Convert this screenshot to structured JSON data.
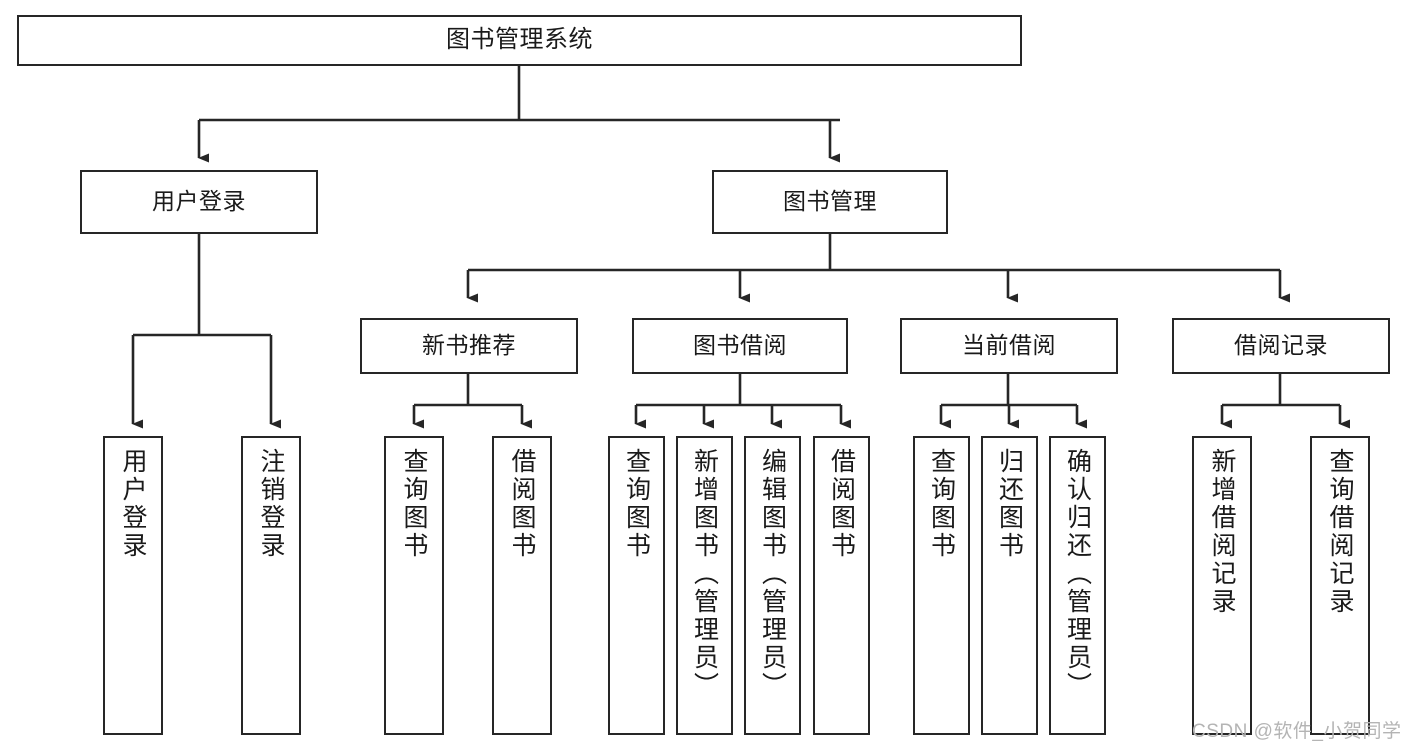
{
  "diagram": {
    "title": "图书管理系统",
    "type": "functional-structure-tree",
    "colors": {
      "box_border": "#262626",
      "box_fill": "#ffffff",
      "edge": "#262626",
      "text": "#1a1a1a",
      "watermark": "#b4b4b4",
      "background": "#ffffff"
    },
    "nodes": {
      "root": {
        "id": "root",
        "label": "图书管理系统",
        "orientation": "horizontal"
      },
      "level2": [
        {
          "id": "user-login",
          "label": "用户登录",
          "orientation": "horizontal"
        },
        {
          "id": "book-manage",
          "label": "图书管理",
          "orientation": "horizontal"
        }
      ],
      "level3": [
        {
          "id": "new-book-recommend",
          "label": "新书推荐",
          "orientation": "horizontal"
        },
        {
          "id": "book-borrow",
          "label": "图书借阅",
          "orientation": "horizontal"
        },
        {
          "id": "current-borrow",
          "label": "当前借阅",
          "orientation": "horizontal"
        },
        {
          "id": "borrow-record",
          "label": "借阅记录",
          "orientation": "horizontal"
        }
      ],
      "leaves": {
        "user-login": [
          {
            "id": "leaf-user-login",
            "label": "用户登录",
            "orientation": "vertical"
          },
          {
            "id": "leaf-logout",
            "label": "注销登录",
            "orientation": "vertical"
          }
        ],
        "new-book-recommend": [
          {
            "id": "leaf-query-book-1",
            "label": "查询图书",
            "orientation": "vertical"
          },
          {
            "id": "leaf-borrow-book-1",
            "label": "借阅图书",
            "orientation": "vertical"
          }
        ],
        "book-borrow": [
          {
            "id": "leaf-query-book-2",
            "label": "查询图书",
            "orientation": "vertical"
          },
          {
            "id": "leaf-add-book",
            "label": "新增图书（管理员）",
            "orientation": "vertical"
          },
          {
            "id": "leaf-edit-book",
            "label": "编辑图书（管理员）",
            "orientation": "vertical"
          },
          {
            "id": "leaf-borrow-book-2",
            "label": "借阅图书",
            "orientation": "vertical"
          }
        ],
        "current-borrow": [
          {
            "id": "leaf-query-book-3",
            "label": "查询图书",
            "orientation": "vertical"
          },
          {
            "id": "leaf-return-book",
            "label": "归还图书",
            "orientation": "vertical"
          },
          {
            "id": "leaf-confirm-return",
            "label": "确认归还（管理员）",
            "orientation": "vertical"
          }
        ],
        "borrow-record": [
          {
            "id": "leaf-add-record",
            "label": "新增借阅记录",
            "orientation": "vertical"
          },
          {
            "id": "leaf-query-record",
            "label": "查询借阅记录",
            "orientation": "vertical"
          }
        ]
      }
    },
    "watermark": "CSDN @软件_小贺同学"
  }
}
